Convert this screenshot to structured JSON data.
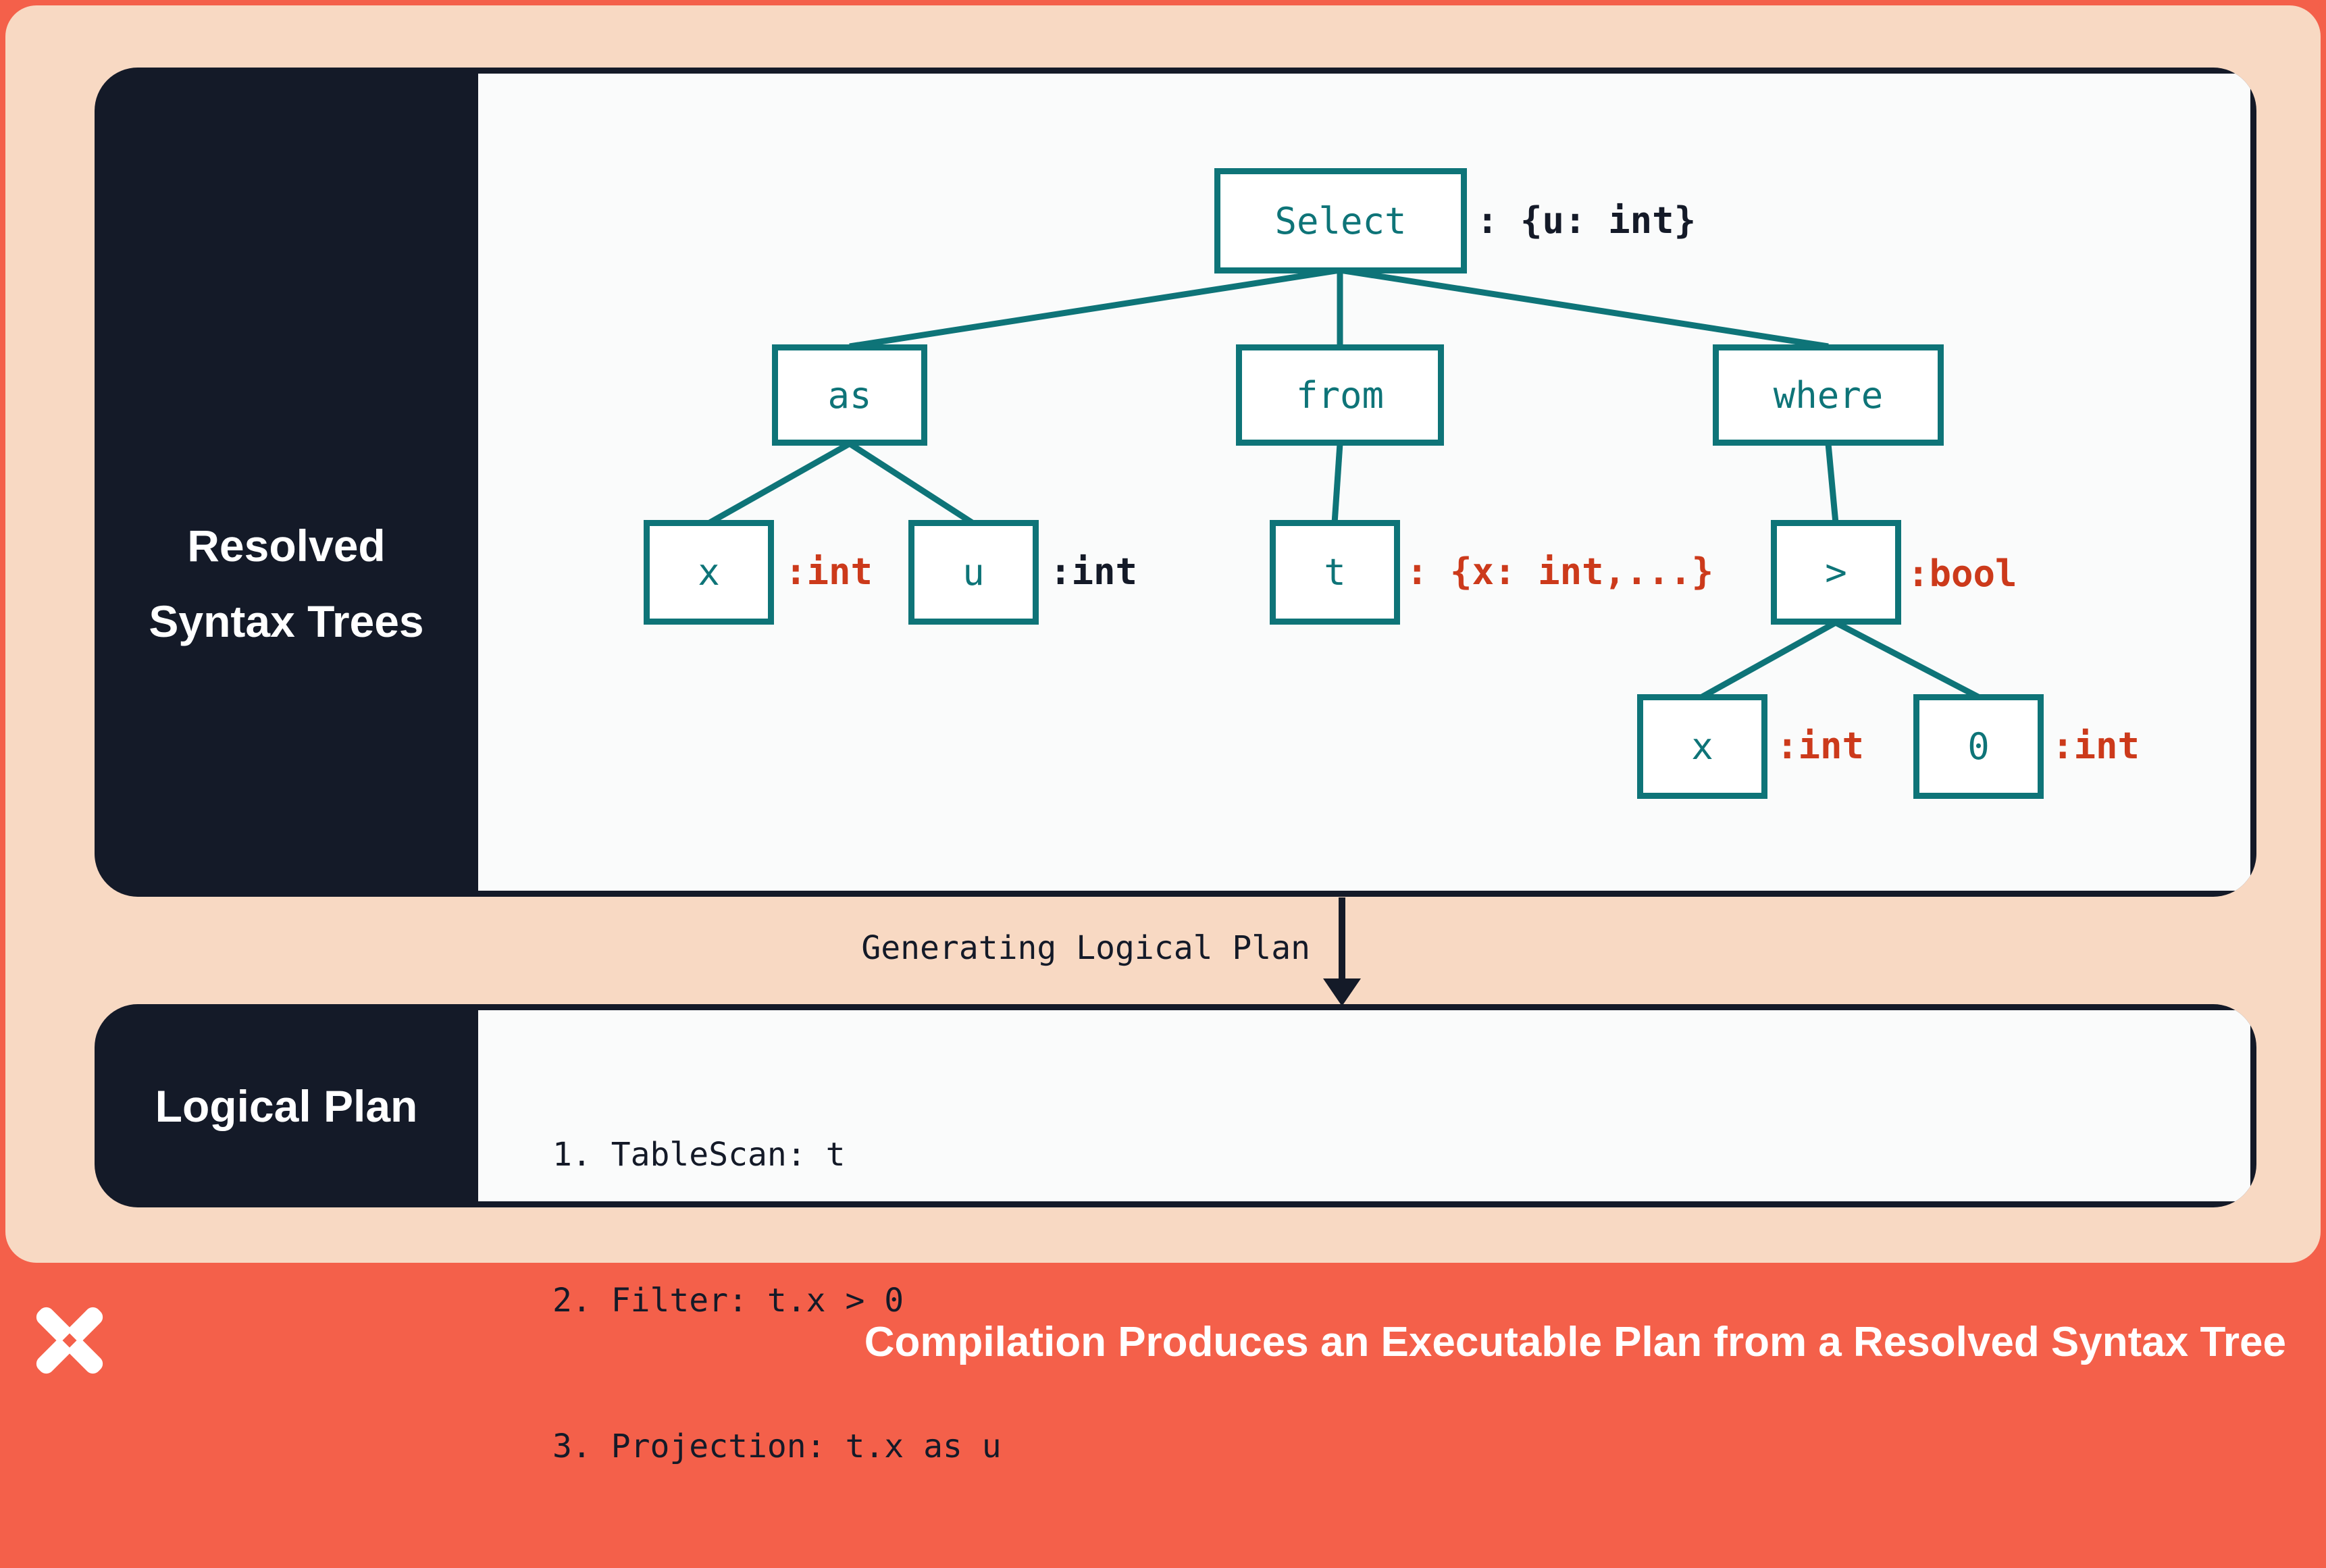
{
  "colors": {
    "background_orange": "#f4604a",
    "panel_peach": "#f8d9c3",
    "card_navy": "#141a28",
    "card_offwhite": "#fafbfb",
    "node_teal": "#0e7478",
    "type_red": "#cc3a1b",
    "text_white": "#ffffff"
  },
  "resolved_section": {
    "sidebar_title_line1": "Resolved",
    "sidebar_title_line2": "Syntax Trees"
  },
  "tree": {
    "nodes": [
      {
        "id": "select",
        "label": "Select",
        "type_annotation": ": {u: int}",
        "type_color": "navy"
      },
      {
        "id": "as",
        "label": "as"
      },
      {
        "id": "from",
        "label": "from"
      },
      {
        "id": "where",
        "label": "where"
      },
      {
        "id": "x-alias",
        "label": "x",
        "type_annotation": ":int",
        "type_color": "red"
      },
      {
        "id": "u",
        "label": "u",
        "type_annotation": ":int",
        "type_color": "navy"
      },
      {
        "id": "t",
        "label": "t",
        "type_annotation": ": {x: int,...}",
        "type_color": "red"
      },
      {
        "id": "gt",
        "label": ">",
        "type_annotation": ":bool",
        "type_color": "red"
      },
      {
        "id": "x-operand",
        "label": "x",
        "type_annotation": ":int",
        "type_color": "red"
      },
      {
        "id": "zero",
        "label": "0",
        "type_annotation": ":int",
        "type_color": "red"
      }
    ]
  },
  "transition": {
    "label": "Generating Logical Plan"
  },
  "logical_plan_section": {
    "sidebar_title": "Logical Plan",
    "steps": [
      "1. TableScan: t",
      "2. Filter: t.x > 0",
      "3. Projection: t.x as u"
    ]
  },
  "footer": {
    "logo_icon": "pinwheel-x-logo",
    "title": "Compilation Produces an Executable Plan from a Resolved Syntax Tree"
  }
}
